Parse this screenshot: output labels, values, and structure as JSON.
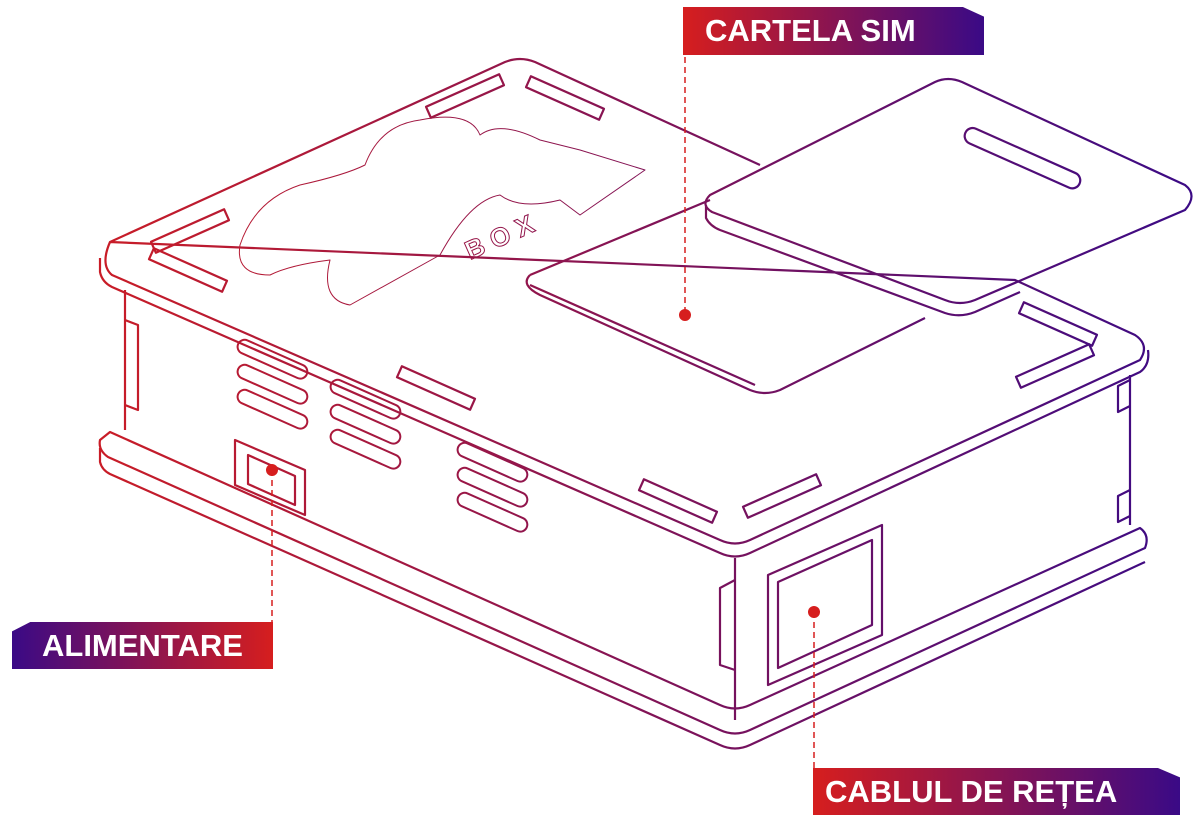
{
  "labels": {
    "sim_card": "CARTELA SIM",
    "power": "ALIMENTARE",
    "network_cable": "CABLUL DE REȚEA"
  },
  "logo_text": "BOX",
  "colors": {
    "red": "#d61e1e",
    "purple": "#3a0a86",
    "pointer": "#d61e1e"
  }
}
